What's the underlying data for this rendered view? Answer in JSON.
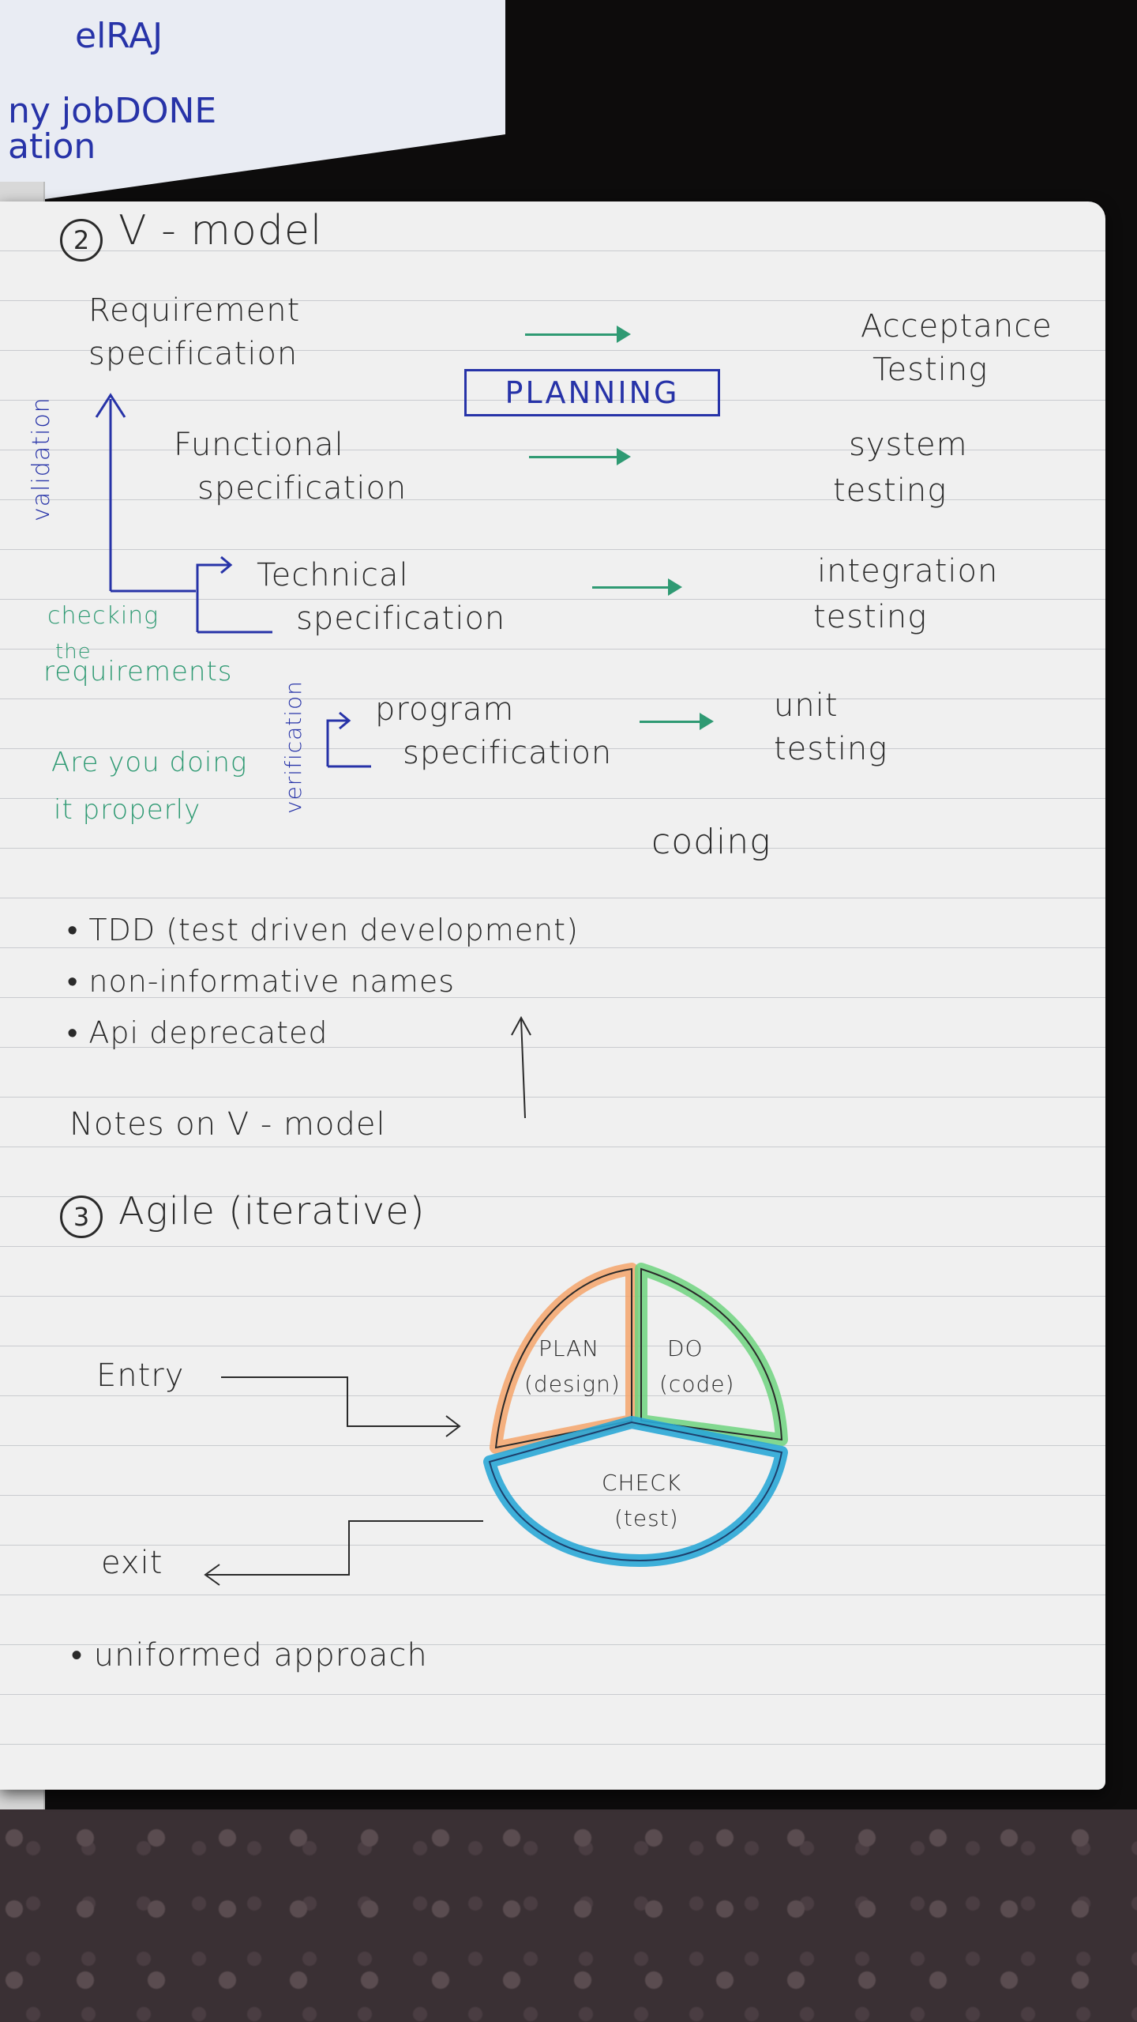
{
  "background_note": {
    "line1": "elRAJ",
    "line2": "ny jobDONE",
    "line3": "ation"
  },
  "v_model": {
    "number": "2",
    "title": "V - model",
    "left": {
      "requirement": [
        "Requirement",
        "specification"
      ],
      "functional": [
        "Functional",
        "specification"
      ],
      "technical": [
        "Technical",
        "specification"
      ],
      "program": [
        "program",
        "specification"
      ]
    },
    "planning": "PLANNING",
    "right": {
      "acceptance": [
        "Acceptance",
        "Testing"
      ],
      "system": [
        "system",
        "testing"
      ],
      "integration": [
        "integration",
        "testing"
      ],
      "unit": [
        "unit",
        "testing"
      ]
    },
    "coding": "coding",
    "validation": "validation",
    "verification": "verification",
    "checking": [
      "checking",
      "the",
      "requirements"
    ],
    "doing_right": [
      "Are you doing",
      "it properly"
    ]
  },
  "notes": {
    "items": [
      "• TDD (test driven development)",
      "• non-informative names",
      "• Api deprecated"
    ],
    "caption": "Notes on V - model"
  },
  "agile": {
    "number": "3",
    "title": "Agile (iterative)",
    "entry": "Entry",
    "exit": "exit",
    "plan": [
      "PLAN",
      "(design)"
    ],
    "do": [
      "DO",
      "(code)"
    ],
    "check": [
      "CHECK",
      "(test)"
    ],
    "colors": {
      "plan": "#f5a46b",
      "do": "#6fd37f",
      "check": "#2aa7d6"
    }
  },
  "footer_note": "• uniformed approach"
}
